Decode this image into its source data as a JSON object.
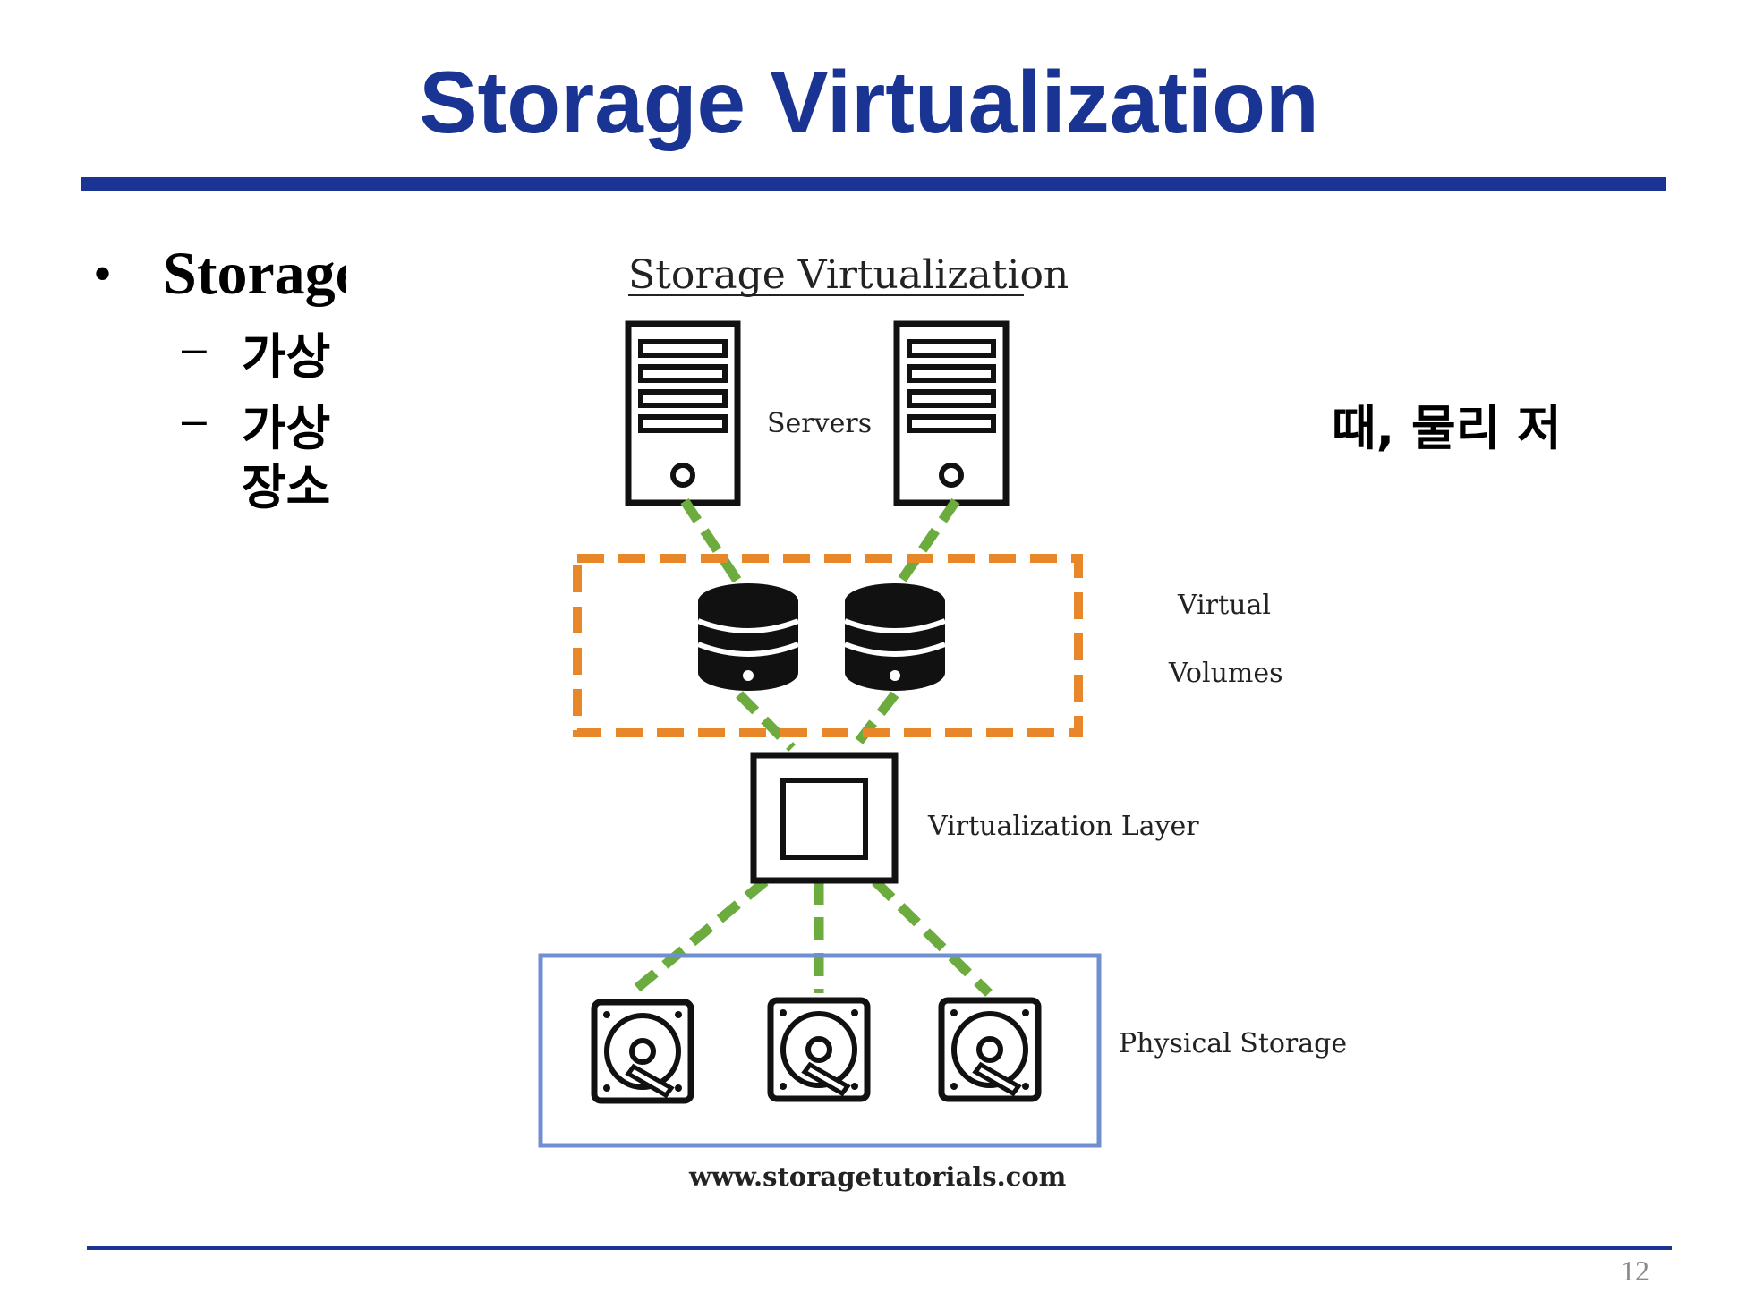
{
  "slide": {
    "title": "Storage Virtualization",
    "page_number": "12",
    "colors": {
      "accent": "#1a3494"
    }
  },
  "bullets": {
    "main": "Storage",
    "dash": "–",
    "sub_items": [
      {
        "text": "가상"
      },
      {
        "text": "가상",
        "right_fragment": "때, 물리 저",
        "continuation": "장소"
      }
    ]
  },
  "diagram": {
    "title": "Storage Virtualization",
    "labels": {
      "servers": "Servers",
      "virtual_line1": "Virtual",
      "virtual_line2": "Volumes",
      "virtualization_layer": "Virtualization Layer",
      "physical_storage": "Physical Storage",
      "source": "www.storagetutorials.com"
    },
    "colors": {
      "connector": "#6cab3d",
      "virtual_box": "#e8862a",
      "physical_box": "#6f8fd1",
      "icon": "#111111"
    },
    "icons": [
      "server-icon",
      "database-icon",
      "virtualization-chip-icon",
      "hard-disk-icon"
    ]
  }
}
